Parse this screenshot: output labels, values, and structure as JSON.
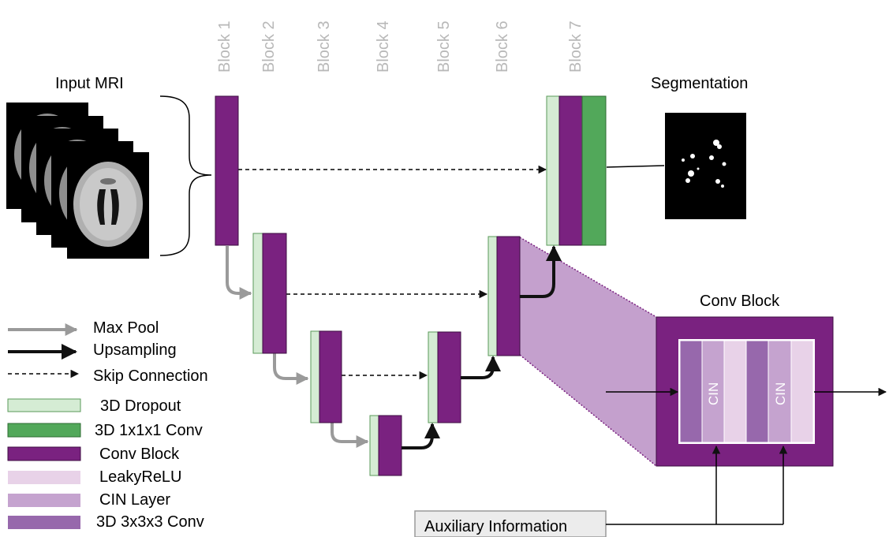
{
  "block_labels": [
    "Block 1",
    "Block 2",
    "Block 3",
    "Block 4",
    "Block 5",
    "Block 6",
    "Block 7"
  ],
  "input_label": "Input MRI",
  "output_label": "Segmentation",
  "conv_block_title": "Conv Block",
  "cin_label": "CIN",
  "auxiliary_label": "Auxiliary Information",
  "legend": {
    "arrows": [
      {
        "label": "Max Pool",
        "style": "gray-arrow"
      },
      {
        "label": "Upsampling",
        "style": "black-arrow"
      },
      {
        "label": "Skip Connection",
        "style": "dashed-arrow"
      }
    ],
    "swatches": [
      {
        "label": "3D Dropout",
        "color": "#d5ecd4"
      },
      {
        "label": "3D 1x1x1 Conv",
        "color": "#52a85a"
      },
      {
        "label": "Conv Block",
        "color": "#7a2280"
      },
      {
        "label": "LeakyReLU",
        "color": "#e8d2e8"
      },
      {
        "label": "CIN Layer",
        "color": "#c5a3cf"
      },
      {
        "label": "3D 3x3x3 Conv",
        "color": "#9768ac"
      }
    ]
  },
  "colors": {
    "dropout": "#d5ecd4",
    "conv1x1": "#52a85a",
    "conv_block": "#7a2280",
    "leaky_relu": "#e8d2e8",
    "cin": "#c5a3cf",
    "conv3x3": "#9768ac",
    "maxpool_arrow": "#9a9a9a",
    "upsample_arrow": "#111111",
    "expansion_fill": "#c4a0cd"
  }
}
